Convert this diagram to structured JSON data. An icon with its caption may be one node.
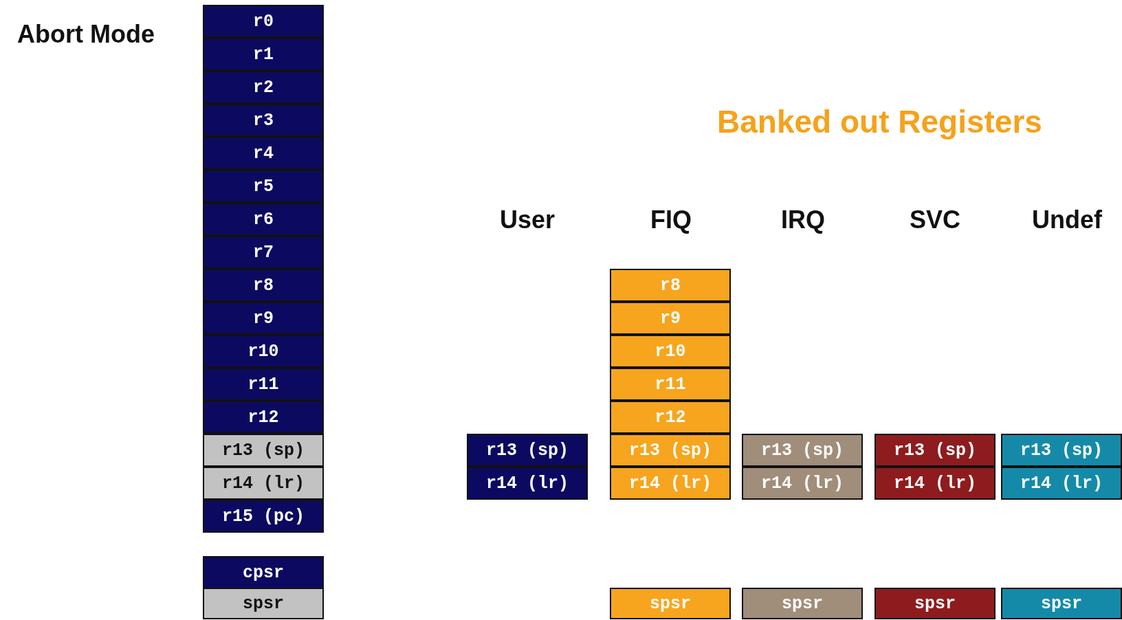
{
  "diagram": {
    "title": "Banked out Registers",
    "nodes": [
      {
        "text": [
          "r0"
        ]
      },
      {
        "text": [
          "r1"
        ]
      },
      {
        "text": [
          "r2"
        ]
      },
      {
        "text": [
          "r3"
        ]
      },
      {
        "text": [
          "r4"
        ]
      },
      {
        "text": [
          "r5"
        ]
      },
      {
        "text": [
          "r6"
        ]
      },
      {
        "text": [
          "r7"
        ]
      },
      {
        "text": [
          "r8"
        ]
      },
      {
        "text": [
          "r9"
        ]
      },
      {
        "text": [
          "r10"
        ]
      },
      {
        "text": [
          "r11"
        ]
      },
      {
        "text": [
          "r12"
        ]
      },
      {
        "text": [
          "r13 (sp)"
        ]
      },
      {
        "text": [
          "r14 (lr)"
        ]
      },
      {
        "text": [
          "r15 (pc)"
        ]
      },
      {
        "text": [
          "cpsr"
        ]
      },
      {
        "text": [
          "spsr"
        ]
      },
      {
        "text": [
          "r13 (sp)"
        ]
      },
      {
        "text": [
          "r14 (lr)"
        ]
      },
      {
        "text": [
          "r8"
        ]
      },
      {
        "text": [
          "r9"
        ]
      },
      {
        "text": [
          "r10"
        ]
      },
      {
        "text": [
          "r11"
        ]
      },
      {
        "text": [
          "r12"
        ]
      },
      {
        "text": [
          "r13 (sp)"
        ]
      },
      {
        "text": [
          "r14 (lr)"
        ]
      },
      {
        "text": [
          "spsr"
        ]
      },
      {
        "text": [
          "r13 (sp)"
        ]
      },
      {
        "text": [
          "r14 (lr)"
        ]
      },
      {
        "text": [
          "spsr"
        ]
      },
      {
        "text": [
          "r13 (sp)"
        ]
      },
      {
        "text": [
          "r14 (lr)"
        ]
      },
      {
        "text": [
          "spsr"
        ]
      },
      {
        "text": [
          "r13 (sp)"
        ]
      },
      {
        "text": [
          "r14 (lr)"
        ]
      },
      {
        "text": [
          "spsr"
        ]
      }
    ],
    "labels": [
      "Abort Mode",
      "User",
      "FIQ",
      "IRQ",
      "SVC",
      "Undef"
    ]
  }
}
